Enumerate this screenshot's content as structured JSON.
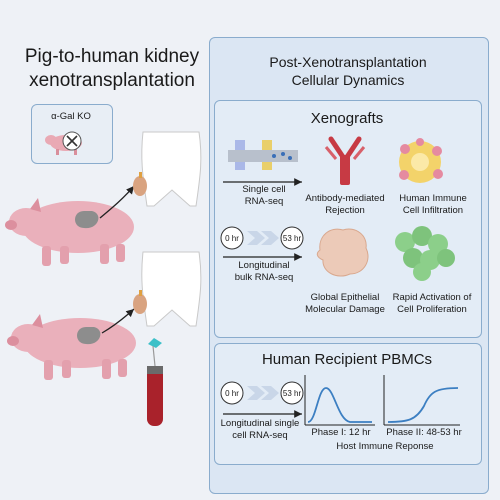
{
  "left_panel": {
    "title_line1": "Pig-to-human kidney",
    "title_line2": "xenotransplantation",
    "ko_label": "α-Gal KO"
  },
  "right_panel": {
    "title_line1": "Post-Xenotransplantation",
    "title_line2": "Cellular Dynamics"
  },
  "xenografts": {
    "title": "Xenografts",
    "method1_line1": "Single cell",
    "method1_line2": "RNA-seq",
    "time_start": "0 hr",
    "time_end": "53 hr",
    "method2_line1": "Longitudinal",
    "method2_line2": "bulk RNA-seq",
    "finding1_line1": "Antibody-mediated",
    "finding1_line2": "Rejection",
    "finding2_line1": "Human Immune",
    "finding2_line2": "Cell Infiltration",
    "finding3_line1": "Global Epithelial",
    "finding3_line2": "Molecular Damage",
    "finding4_line1": "Rapid Activation of",
    "finding4_line2": "Cell Proliferation"
  },
  "pbmc": {
    "title": "Human Recipient PBMCs",
    "time_start": "0 hr",
    "time_end": "53 hr",
    "method_line1": "Longitudinal single",
    "method_line2": "cell RNA-seq",
    "phase1": "Phase I: 12 hr",
    "phase2": "Phase II: 48-53 hr",
    "response": "Host Immune Reponse"
  }
}
